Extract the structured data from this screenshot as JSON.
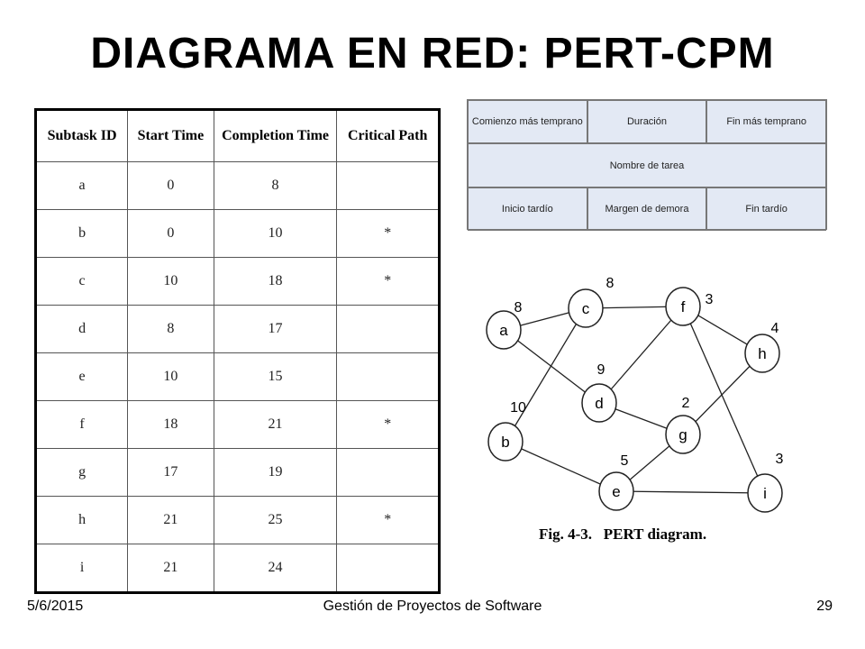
{
  "title": "DIAGRAMA EN RED: PERT-CPM",
  "table": {
    "headers": [
      "Subtask ID",
      "Start Time",
      "Completion Time",
      "Critical Path"
    ],
    "rows": [
      [
        "a",
        "0",
        "8",
        ""
      ],
      [
        "b",
        "0",
        "10",
        "*"
      ],
      [
        "c",
        "10",
        "18",
        "*"
      ],
      [
        "d",
        "8",
        "17",
        ""
      ],
      [
        "e",
        "10",
        "15",
        ""
      ],
      [
        "f",
        "18",
        "21",
        "*"
      ],
      [
        "g",
        "17",
        "19",
        ""
      ],
      [
        "h",
        "21",
        "25",
        "*"
      ],
      [
        "i",
        "21",
        "24",
        ""
      ]
    ]
  },
  "legend": {
    "earliest_start": "Comienzo más temprano",
    "duration": "Duración",
    "earliest_finish": "Fin más temprano",
    "task_name": "Nombre de tarea",
    "latest_start": "Inicio tardío",
    "slack": "Margen de demora",
    "latest_finish": "Fin tardío"
  },
  "pert": {
    "caption": "Fig. 4-3.   PERT diagram.",
    "nodes": [
      {
        "id": "a",
        "duration": "8"
      },
      {
        "id": "b",
        "duration": "10"
      },
      {
        "id": "c",
        "duration": "8"
      },
      {
        "id": "d",
        "duration": "9"
      },
      {
        "id": "e",
        "duration": "5"
      },
      {
        "id": "f",
        "duration": "3"
      },
      {
        "id": "g",
        "duration": "2"
      },
      {
        "id": "h",
        "duration": "4"
      },
      {
        "id": "i",
        "duration": "3"
      }
    ],
    "edges": [
      [
        "a",
        "c"
      ],
      [
        "a",
        "d"
      ],
      [
        "b",
        "c"
      ],
      [
        "b",
        "e"
      ],
      [
        "c",
        "f"
      ],
      [
        "d",
        "f"
      ],
      [
        "d",
        "g"
      ],
      [
        "e",
        "g"
      ],
      [
        "e",
        "i"
      ],
      [
        "f",
        "h"
      ],
      [
        "f",
        "i"
      ],
      [
        "g",
        "h"
      ]
    ]
  },
  "footer": {
    "date": "5/6/2015",
    "course": "Gestión de Proyectos de Software",
    "page": "29"
  }
}
